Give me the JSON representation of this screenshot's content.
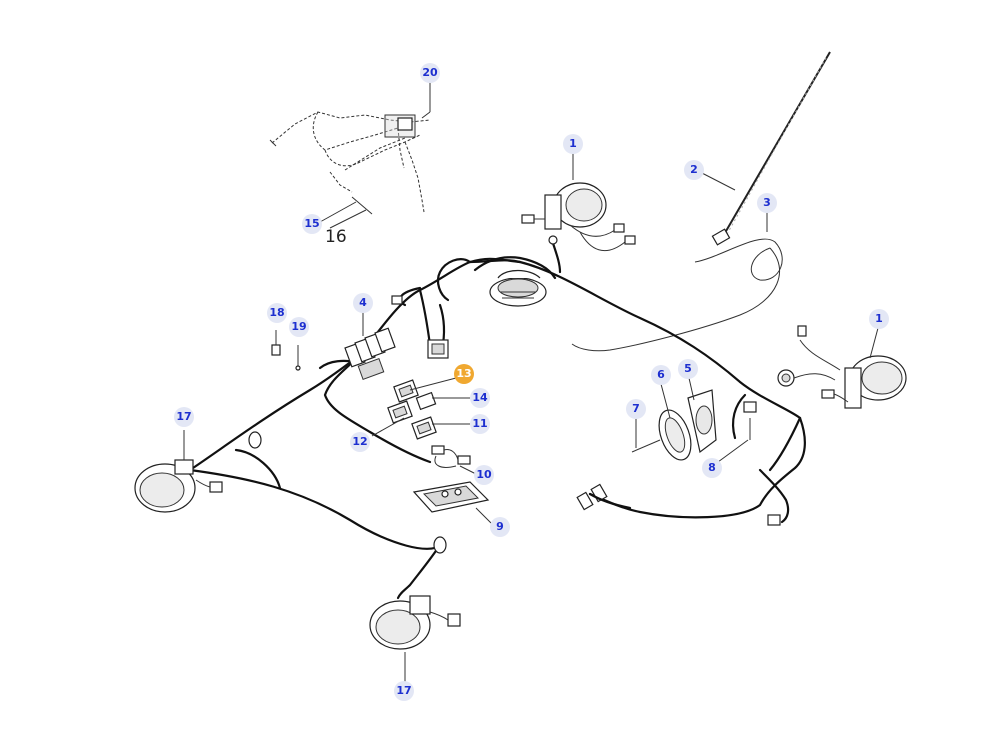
{
  "diagram": {
    "callouts": [
      {
        "id": "c20",
        "label": "20"
      },
      {
        "id": "c1a",
        "label": "1"
      },
      {
        "id": "c2",
        "label": "2"
      },
      {
        "id": "c3",
        "label": "3"
      },
      {
        "id": "c15",
        "label": "15"
      },
      {
        "id": "c4",
        "label": "4"
      },
      {
        "id": "c18",
        "label": "18"
      },
      {
        "id": "c19",
        "label": "19"
      },
      {
        "id": "c1b",
        "label": "1"
      },
      {
        "id": "c13",
        "label": "13"
      },
      {
        "id": "c14",
        "label": "14"
      },
      {
        "id": "c6",
        "label": "6"
      },
      {
        "id": "c5",
        "label": "5"
      },
      {
        "id": "c7",
        "label": "7"
      },
      {
        "id": "c17a",
        "label": "17"
      },
      {
        "id": "c12",
        "label": "12"
      },
      {
        "id": "c11",
        "label": "11"
      },
      {
        "id": "c8",
        "label": "8"
      },
      {
        "id": "c10",
        "label": "10"
      },
      {
        "id": "c9",
        "label": "9"
      },
      {
        "id": "c17b",
        "label": "17"
      }
    ],
    "plain_label": "16",
    "highlight_color": "#f0a830",
    "callout_text_color": "#1d2fd0"
  }
}
